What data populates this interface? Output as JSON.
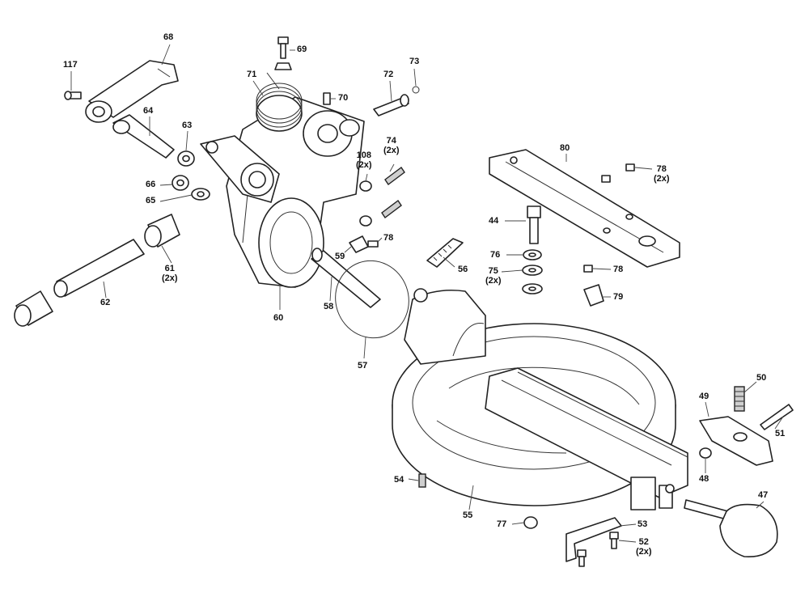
{
  "diagram": {
    "callouts": [
      {
        "number": "117"
      },
      {
        "number": "68"
      },
      {
        "number": "69"
      },
      {
        "number": "71"
      },
      {
        "number": "70"
      },
      {
        "number": "72"
      },
      {
        "number": "73"
      },
      {
        "number": "64"
      },
      {
        "number": "63"
      },
      {
        "number": "66"
      },
      {
        "number": "65"
      },
      {
        "number": "108",
        "qty": "(2x)"
      },
      {
        "number": "74",
        "qty": "(2x)"
      },
      {
        "number": "80"
      },
      {
        "number": "78",
        "qty": "(2x)"
      },
      {
        "number": "44"
      },
      {
        "number": "78"
      },
      {
        "number": "76"
      },
      {
        "number": "75",
        "qty": "(2x)"
      },
      {
        "number": "78"
      },
      {
        "number": "79"
      },
      {
        "number": "59"
      },
      {
        "number": "56"
      },
      {
        "number": "61",
        "qty": "(2x)"
      },
      {
        "number": "62"
      },
      {
        "number": "60"
      },
      {
        "number": "58"
      },
      {
        "number": "57"
      },
      {
        "number": "50"
      },
      {
        "number": "49"
      },
      {
        "number": "51"
      },
      {
        "number": "48"
      },
      {
        "number": "54"
      },
      {
        "number": "55"
      },
      {
        "number": "47"
      },
      {
        "number": "77"
      },
      {
        "number": "53"
      },
      {
        "number": "52",
        "qty": "(2x)"
      }
    ]
  }
}
